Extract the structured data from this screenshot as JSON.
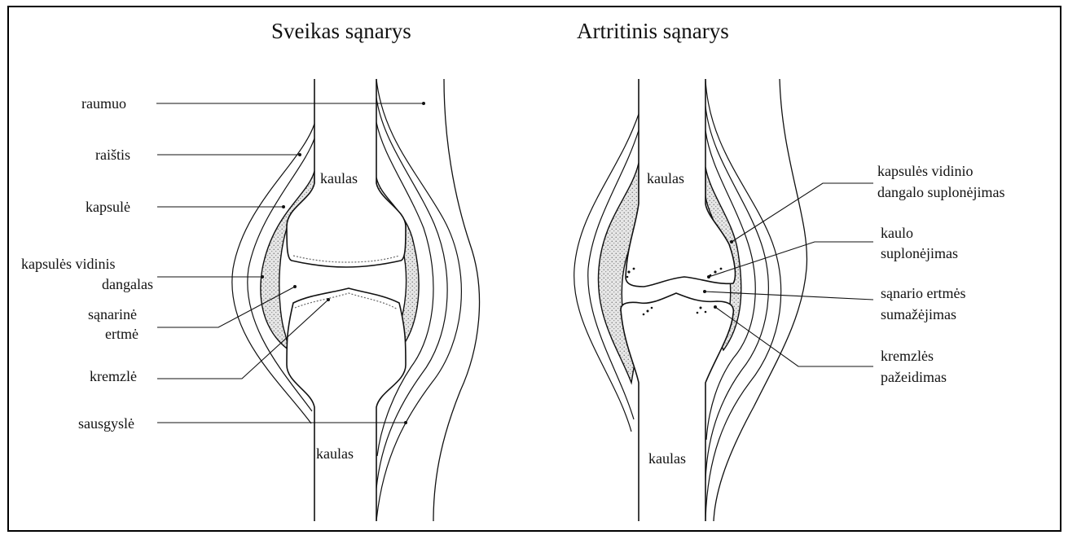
{
  "healthy": {
    "title": "Sveikas sąnarys",
    "labels": {
      "muscle": "raumuo",
      "ligament": "raištis",
      "capsule": "kapsulė",
      "synovium_1": "kapsulės vidinis",
      "synovium_2": "dangalas",
      "cavity_1": "sąnarinė",
      "cavity_2": "ertmė",
      "cartilage": "kremzlė",
      "tendon": "sausgyslė",
      "bone_top": "kaulas",
      "bone_bottom": "kaulas"
    }
  },
  "arthritic": {
    "title": "Artritinis sąnarys",
    "labels": {
      "bone_top": "kaulas",
      "bone_bottom": "kaulas",
      "synovium_thinning_1": "kapsulės vidinio",
      "synovium_thinning_2": "dangalo suplonėjimas",
      "bone_thinning_1": "kaulo",
      "bone_thinning_2": "suplonėjimas",
      "cavity_reduction_1": "sąnario ertmės",
      "cavity_reduction_2": "sumažėjimas",
      "cartilage_damage_1": "kremzlės",
      "cartilage_damage_2": "pažeidimas"
    }
  }
}
